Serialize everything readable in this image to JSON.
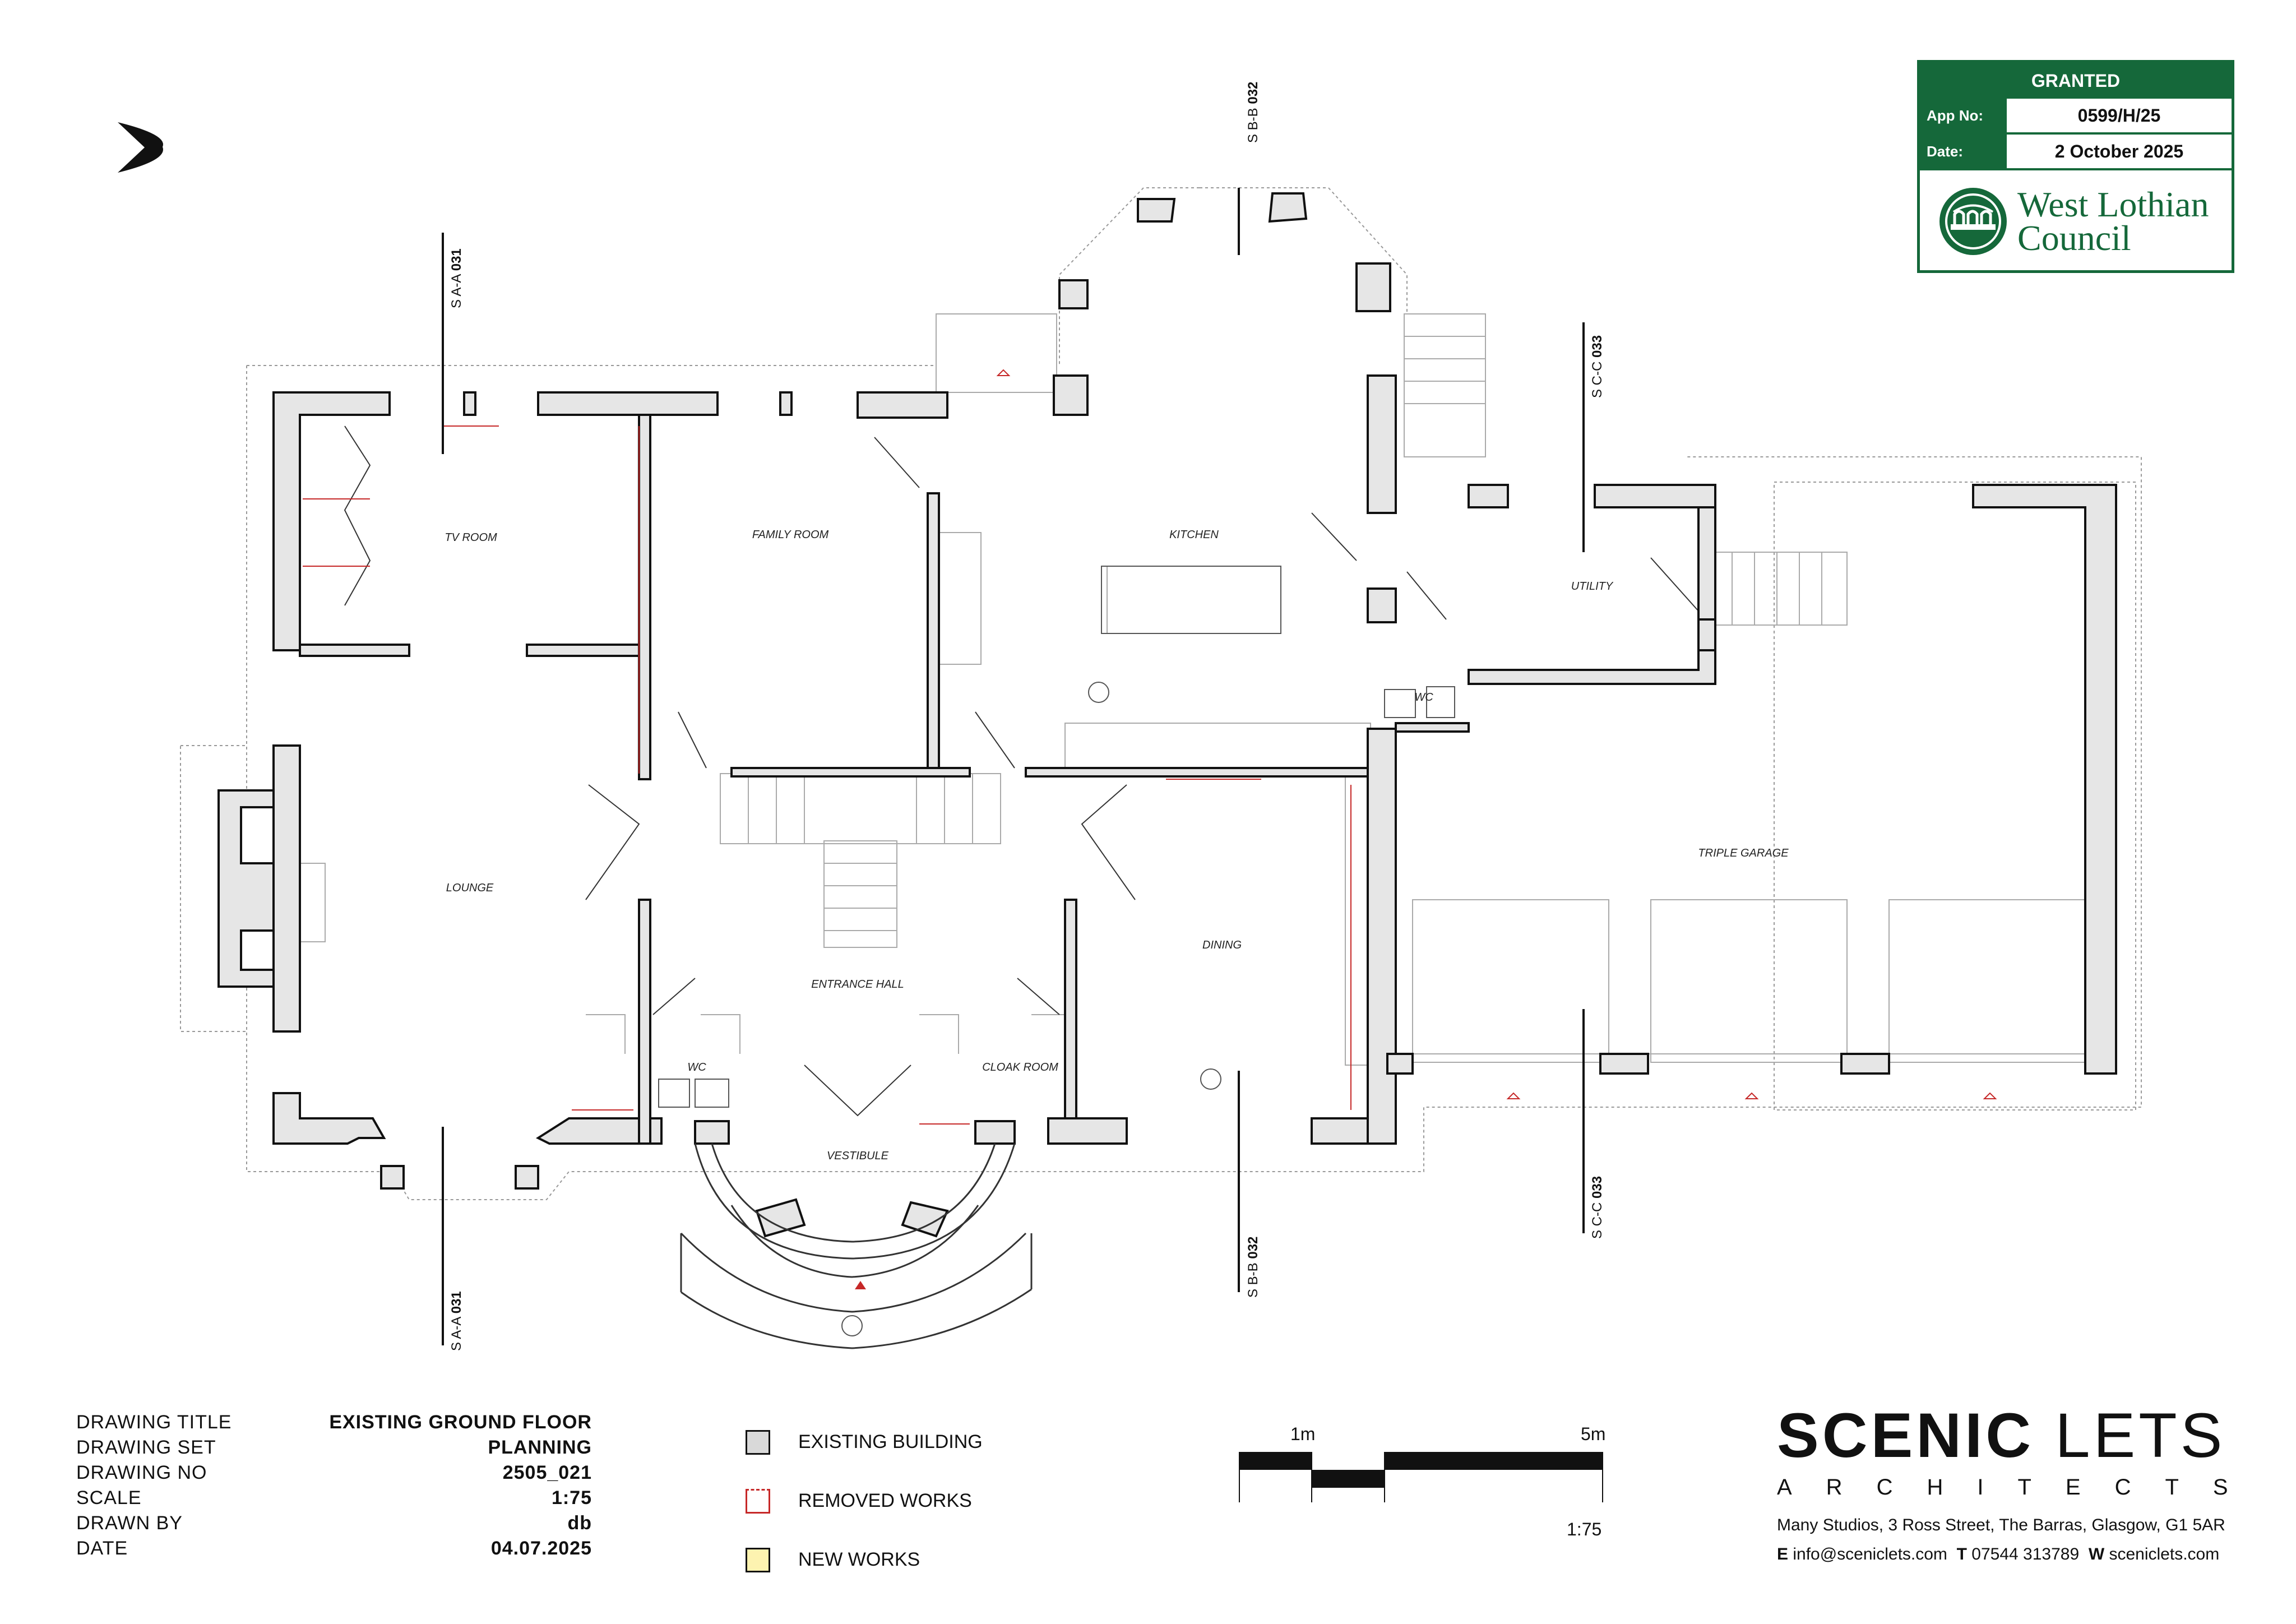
{
  "rooms": {
    "tv_room": "TV ROOM",
    "family_room": "FAMILY ROOM",
    "kitchen": "KITCHEN",
    "utility": "UTILITY",
    "lounge": "LOUNGE",
    "entrance_hall": "ENTRANCE HALL",
    "dining": "DINING",
    "triple_garage": "TRIPLE GARAGE",
    "wc": "WC",
    "cloak_room": "CLOAK ROOM",
    "vestibule": "VESTIBULE"
  },
  "sections": {
    "a_prefix": "S A-A",
    "a_num": "031",
    "b_prefix": "S B-B",
    "b_num": "032",
    "c_prefix": "S C-C",
    "c_num": "033"
  },
  "stamp": {
    "status": "GRANTED",
    "app_no_label": "App No:",
    "app_no": "0599/H/25",
    "date_label": "Date:",
    "date": "2 October 2025",
    "council_line1": "West Lothian",
    "council_line2": "Council"
  },
  "title_block": {
    "rows": [
      {
        "label": "DRAWING TITLE",
        "value": "EXISTING GROUND FLOOR"
      },
      {
        "label": "DRAWING SET",
        "value": "PLANNING"
      },
      {
        "label": "DRAWING NO",
        "value": "2505_021"
      },
      {
        "label": "SCALE",
        "value": "1:75"
      },
      {
        "label": "DRAWN BY",
        "value": "db"
      },
      {
        "label": "DATE",
        "value": "04.07.2025"
      }
    ]
  },
  "legend": {
    "items": [
      {
        "label": "EXISTING BUILDING",
        "color": "#d9d9d9"
      },
      {
        "label": "REMOVED WORKS",
        "color": "#c62828"
      },
      {
        "label": "NEW WORKS",
        "color": "#fdf3b0"
      }
    ]
  },
  "scale_bar": {
    "start_label": "1m",
    "end_label": "5m",
    "ratio": "1:75"
  },
  "brand": {
    "name_bold": "SCENIC",
    "name_light": "LETS",
    "subtitle": "ARCHITECTS",
    "address": "Many Studios, 3 Ross Street, The Barras, Glasgow, G1 5AR",
    "email_label": "E",
    "email": "info@sceniclets.com",
    "phone_label": "T",
    "phone": "07544 313789",
    "web_label": "W",
    "web": "sceniclets.com"
  },
  "colors": {
    "wall_fill": "#e6e6e6",
    "wall_stroke": "#111111",
    "removed": "#c62828",
    "stamp_green": "#15683a"
  },
  "icons": {
    "north": "north-arrow-icon",
    "council": "council-crest-icon"
  }
}
